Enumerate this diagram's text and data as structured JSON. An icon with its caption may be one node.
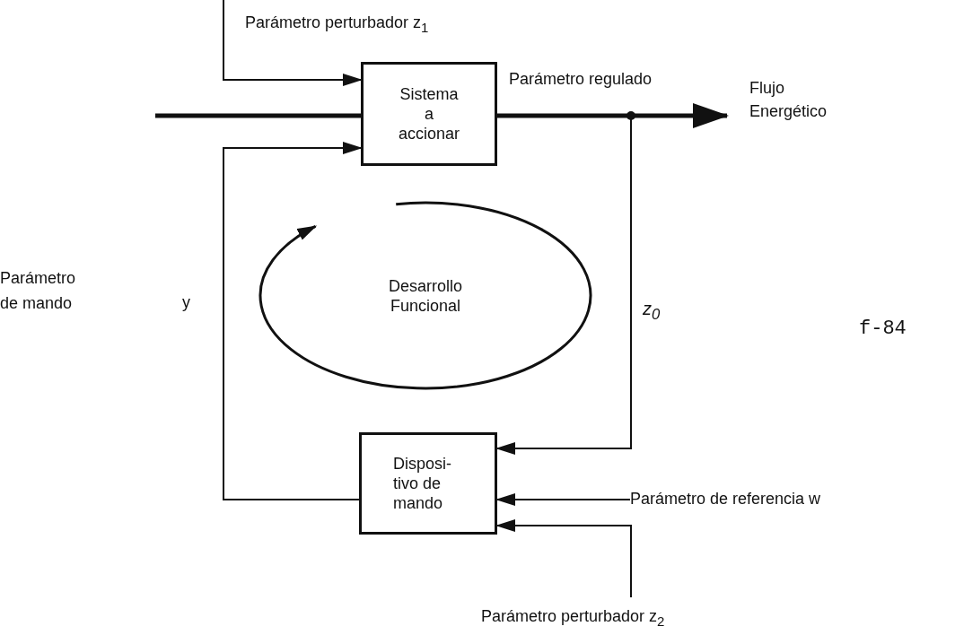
{
  "diagram": {
    "nodes": [
      {
        "text": [
          "Sistema a accionar"
        ]
      },
      {
        "text": [
          "Desarrollo Funcional"
        ]
      },
      {
        "text": [
          "Disposi- tivo de mando"
        ]
      },
      {
        "text": [
          "Parámetro de referencia w"
        ]
      },
      {
        "text": [
          "Parámetro perturbador z$_{2}$"
        ]
      }
    ],
    "edges": [
      {
        "from": null,
        "to": 0,
        "arrow": "to"
      },
      {
        "from": null,
        "to": 0,
        "arrow": "none",
        "style": "thick"
      },
      {
        "from": 0,
        "to": null,
        "arrow": "to",
        "style": "thick"
      },
      {
        "from": 0,
        "to": 2,
        "arrow": "to",
        "label": "z$_{0}$"
      },
      {
        "from": 3,
        "to": 2,
        "arrow": "to"
      },
      {
        "from": 4,
        "to": 2,
        "arrow": "to"
      },
      {
        "from": 2,
        "to": 0,
        "arrow": "to"
      }
    ],
    "labels": [
      "Parámetro perturbador z$_{1}$",
      "Parámetro regulado",
      "Flujo Energético",
      "Parámetro de mando",
      "y",
      "f-84"
    ]
  }
}
